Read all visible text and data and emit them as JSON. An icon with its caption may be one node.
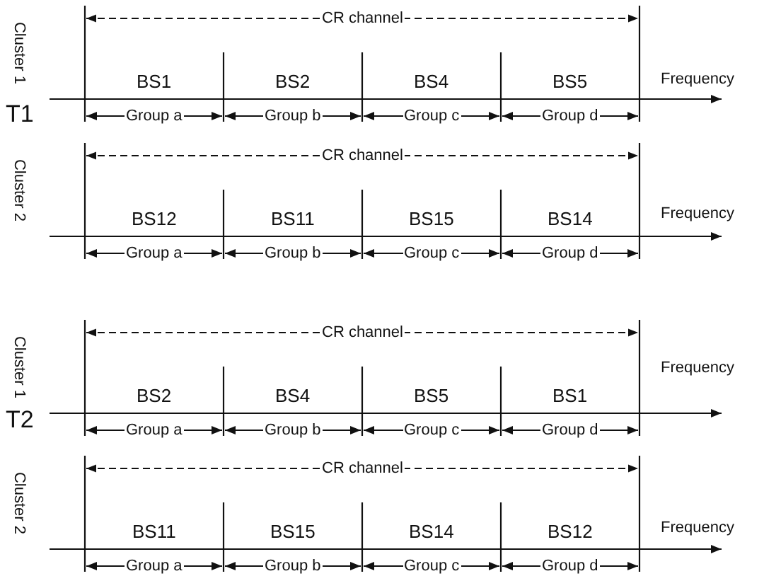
{
  "diagram": {
    "labels": [
      "Cluster 1",
      "CR channel",
      "BS1",
      "BS2",
      "BS4",
      "BS5",
      "Frequency",
      "T1",
      "Group a",
      "Group b",
      "Group c",
      "Group d",
      "Cluster 2",
      "CR channel",
      "BS12",
      "BS11",
      "BS15",
      "BS14",
      "Frequency",
      "Group a",
      "Group b",
      "Group c",
      "Group d",
      "Cluster 1",
      "CR channel",
      "BS2",
      "BS4",
      "BS5",
      "BS1",
      "Frequency",
      "T2",
      "Group a",
      "Group b",
      "Group c",
      "Group d",
      "Cluster 2",
      "CR channel",
      "BS11",
      "BS15",
      "BS14",
      "BS12",
      "Frequency",
      "Group a",
      "Group b",
      "Group c",
      "Group d"
    ]
  }
}
